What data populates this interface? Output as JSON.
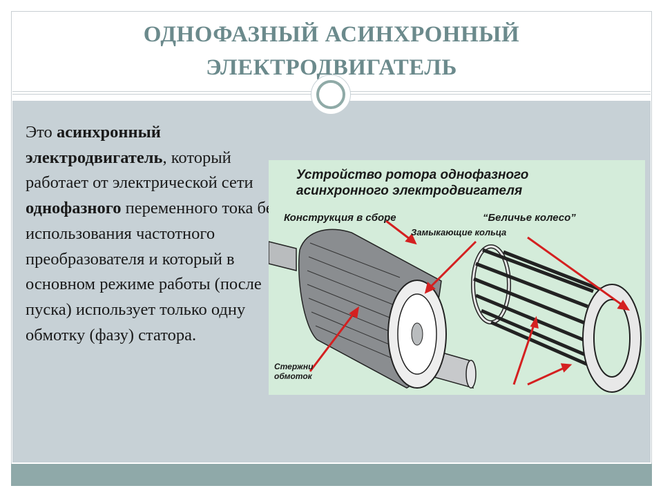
{
  "slide": {
    "title_line1": "ОДНОФАЗНЫЙ АСИНХРОННЫЙ",
    "title_line2": "ЭЛЕКТРОДВИГАТЕЛЬ",
    "body": {
      "t1": "Это ",
      "b1": "асинхронный электродвигатель",
      "t2": ", который работает от электрической сети ",
      "b2": "однофазного",
      "t3": " переменного тока без использования частотного преобразователя и который в основном режиме работы (после пуска) использует только одну обмотку (фазу) статора."
    }
  },
  "figure": {
    "title_line1": "Устройство ротора однофазного",
    "title_line2": "асинхронного электродвигателя",
    "label_assembly": "Конструкция в сборе",
    "label_squirrel": "“Беличье колесо”",
    "label_rings": "Замыкающие кольца",
    "label_bars_line1": "Стержни",
    "label_bars_line2": "обмоток"
  },
  "colors": {
    "title": "#6b8a8c",
    "content_bg": "#c7d1d6",
    "footer_bar": "#8fa9a9",
    "figure_bg": "#d4ecda",
    "arrow": "#d42020"
  }
}
